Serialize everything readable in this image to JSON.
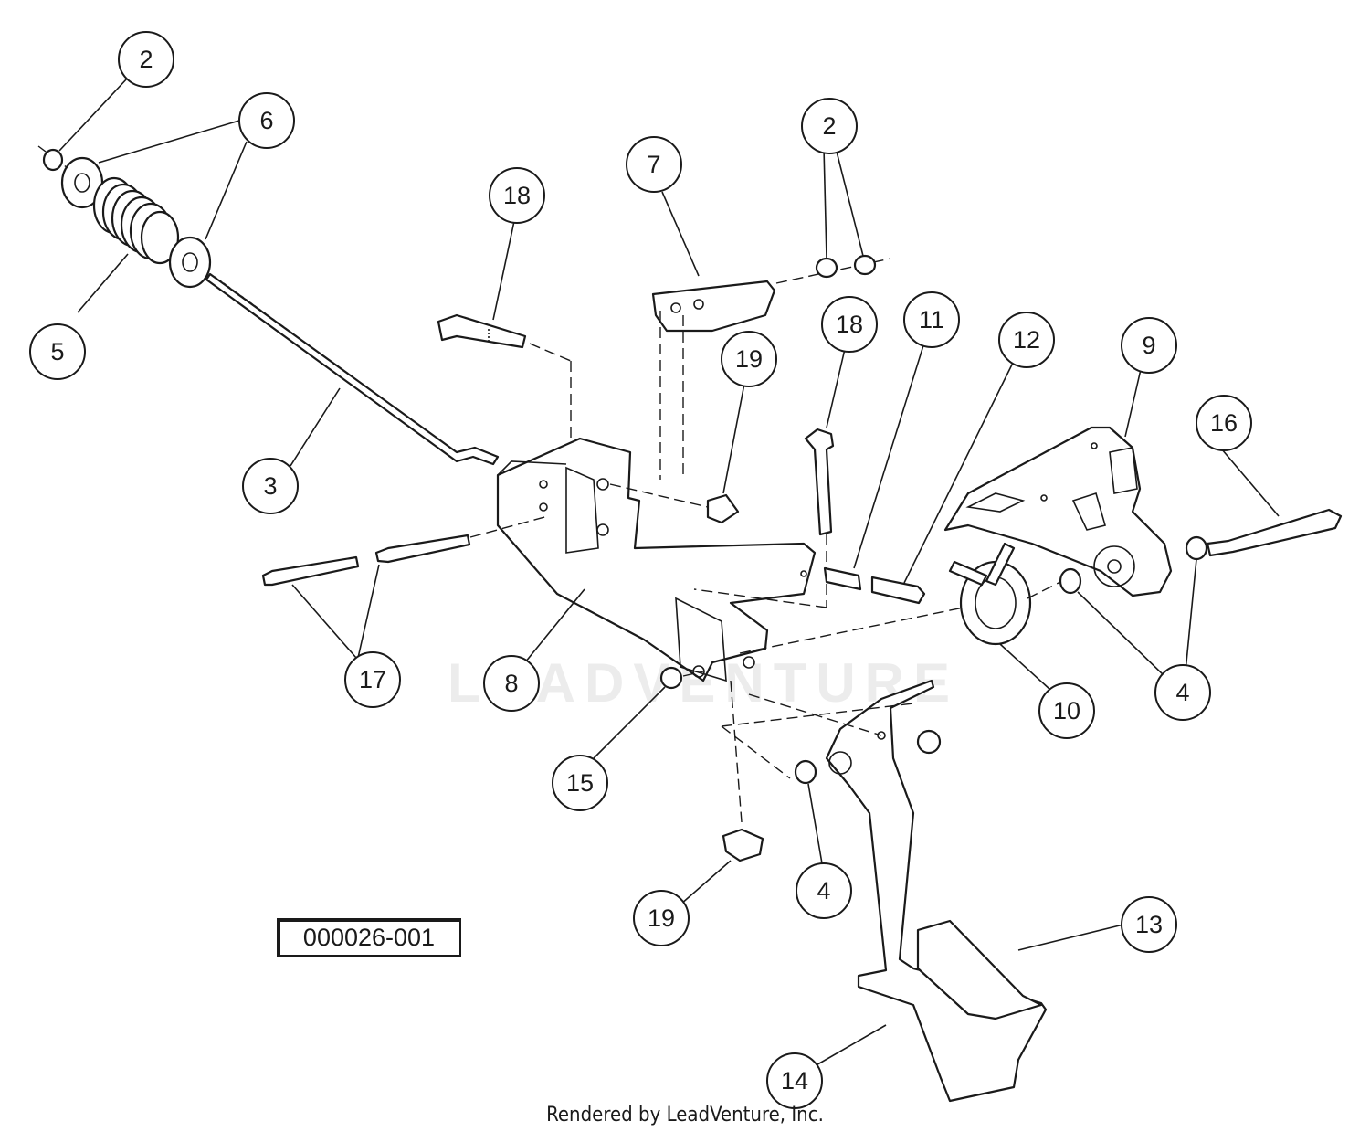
{
  "watermark_text": "LEADVENTURE",
  "diagram_id": "000026-001",
  "footer_credit": "Rendered by LeadVenture, Inc.",
  "callouts": [
    {
      "label": "2"
    },
    {
      "label": "6"
    },
    {
      "label": "5"
    },
    {
      "label": "3"
    },
    {
      "label": "18"
    },
    {
      "label": "7"
    },
    {
      "label": "2"
    },
    {
      "label": "19"
    },
    {
      "label": "18"
    },
    {
      "label": "11"
    },
    {
      "label": "12"
    },
    {
      "label": "9"
    },
    {
      "label": "16"
    },
    {
      "label": "17"
    },
    {
      "label": "8"
    },
    {
      "label": "10"
    },
    {
      "label": "4"
    },
    {
      "label": "15"
    },
    {
      "label": "4"
    },
    {
      "label": "19"
    },
    {
      "label": "13"
    },
    {
      "label": "14"
    }
  ]
}
